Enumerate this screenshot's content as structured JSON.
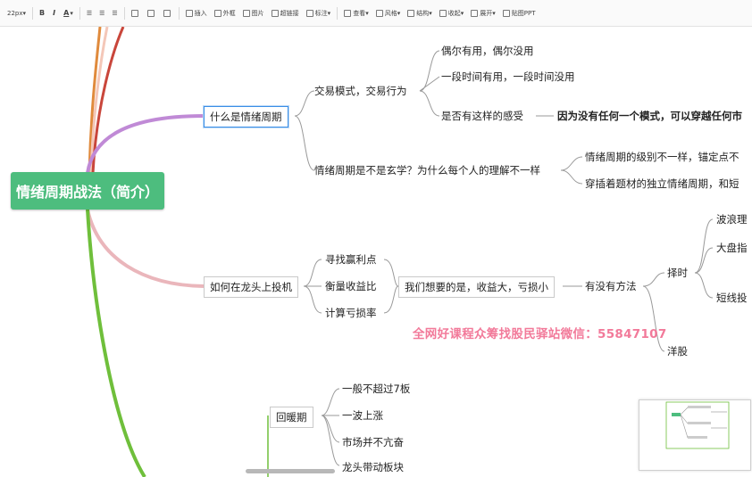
{
  "toolbar": {
    "font_size": "22px",
    "bold": "B",
    "italic": "I",
    "font_color": "A",
    "items": [
      "插入",
      "外框",
      "图片",
      "超链接",
      "标注",
      "查看",
      "风格",
      "结构",
      "收起",
      "展开",
      "贴图PPT"
    ]
  },
  "mindmap": {
    "root": "情绪周期战法（简介）",
    "n1": "什么是情绪周期",
    "n1_1": "交易模式，交易行为",
    "n1_1_1": "偶尔有用，偶尔没用",
    "n1_1_2": "一段时间有用，一段时间没用",
    "n1_1_3": "是否有这样的感受",
    "n1_1_3_1": "因为没有任何一个模式，可以穿越任何市",
    "n1_2": "情绪周期是不是玄学？为什么每个人的理解不一样",
    "n1_2_1": "情绪周期的级别不一样，锚定点不",
    "n1_2_2": "穿插着题材的独立情绪周期，和短",
    "n2": "如何在龙头上投机",
    "n2_1": "寻找赢利点",
    "n2_2": "衡量收益比",
    "n2_3": "计算亏损率",
    "n2_c": "我们想要的是，收益大，亏损小",
    "n2_d": "有没有方法",
    "n2_e1": "择时",
    "n2_e1_1": "波浪理",
    "n2_e1_2": "大盘指",
    "n2_e1_3": "短线投",
    "n2_e2": "洋股",
    "n3": "回暖期",
    "n3_1": "一般不超过7板",
    "n3_2": "一波上涨",
    "n3_3": "市场并不亢奋",
    "n3_4": "龙头带动板块"
  },
  "watermark": "全网好课程众筹找股民驿站微信：55847107",
  "colors": {
    "root": "#4dbd7e",
    "branch_purple": "#c08ad6",
    "branch_pink": "#eab6bb",
    "branch_green": "#6fbf3b",
    "branch_orange": "#e08a3c",
    "branch_red": "#c9463b",
    "watermark": "#f27a9a"
  }
}
